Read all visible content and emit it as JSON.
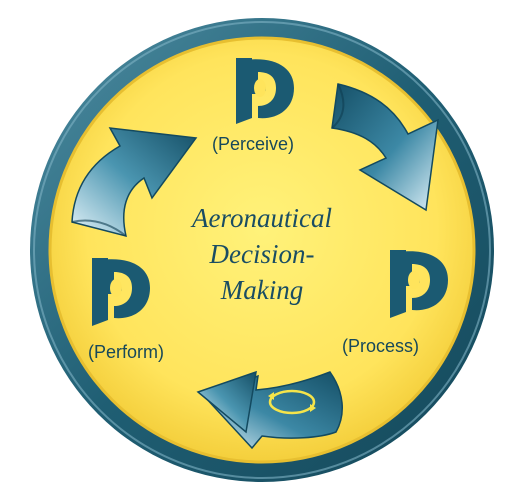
{
  "diagram": {
    "title_lines": [
      "Aeronautical",
      "Decision-",
      "Making"
    ],
    "steps": [
      {
        "letter": "P",
        "label": "(Perceive)"
      },
      {
        "letter": "P",
        "label": "(Process)"
      },
      {
        "letter": "P",
        "label": "(Perform)"
      }
    ],
    "colors": {
      "outer_ring": "#1f5e73",
      "ring_highlight": "#6fa6b8",
      "inner_fill": "#ffe45c",
      "inner_edge": "#f0c838",
      "text": "#17485a",
      "arrow_dark": "#1b5a72",
      "arrow_light": "#cfe8f2",
      "cycle_icon": "#f5e44a"
    },
    "icons": [
      "p-glyph-icon",
      "curved-arrow-icon",
      "cycle-arrows-icon"
    ]
  }
}
